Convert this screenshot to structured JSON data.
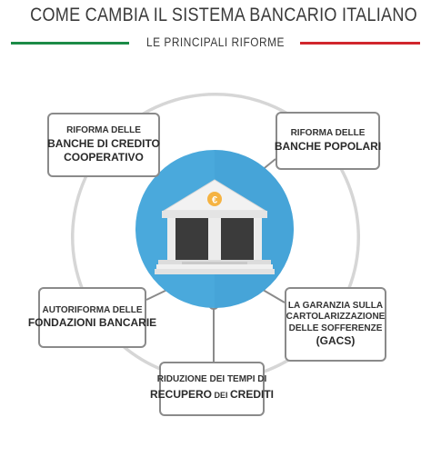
{
  "header": {
    "title": "COME CAMBIA IL SISTEMA BANCARIO ITALIANO",
    "subtitle": "LE PRINCIPALI RIFORME",
    "flag_colors": {
      "green": "#1c8b47",
      "red": "#d1262d"
    }
  },
  "center": {
    "icon": "bank-building-icon",
    "symbol": "€",
    "circle_color": "#4aa9dc"
  },
  "reforms": {
    "bcc": {
      "line1": "RIFORMA DELLE",
      "line2": "BANCHE DI CREDITO",
      "line3": "COOPERATIVO"
    },
    "popolari": {
      "line1": "RIFORMA DELLE",
      "line2": "BANCHE POPOLARI"
    },
    "fondazioni": {
      "line1": "AUTORIFORMA DELLE",
      "line2": "FONDAZIONI BANCARIE"
    },
    "gacs": {
      "line1": "LA GARANZIA SULLA",
      "line2": "CARTOLARIZZAZIONE",
      "line3": "DELLE SOFFERENZE",
      "line4": "(GACS)"
    },
    "crediti": {
      "line1": "RIDUZIONE DEI TEMPI DI",
      "line2_a": "RECUPERO",
      "line2_b": " DEI ",
      "line2_c": "CREDITI"
    }
  }
}
